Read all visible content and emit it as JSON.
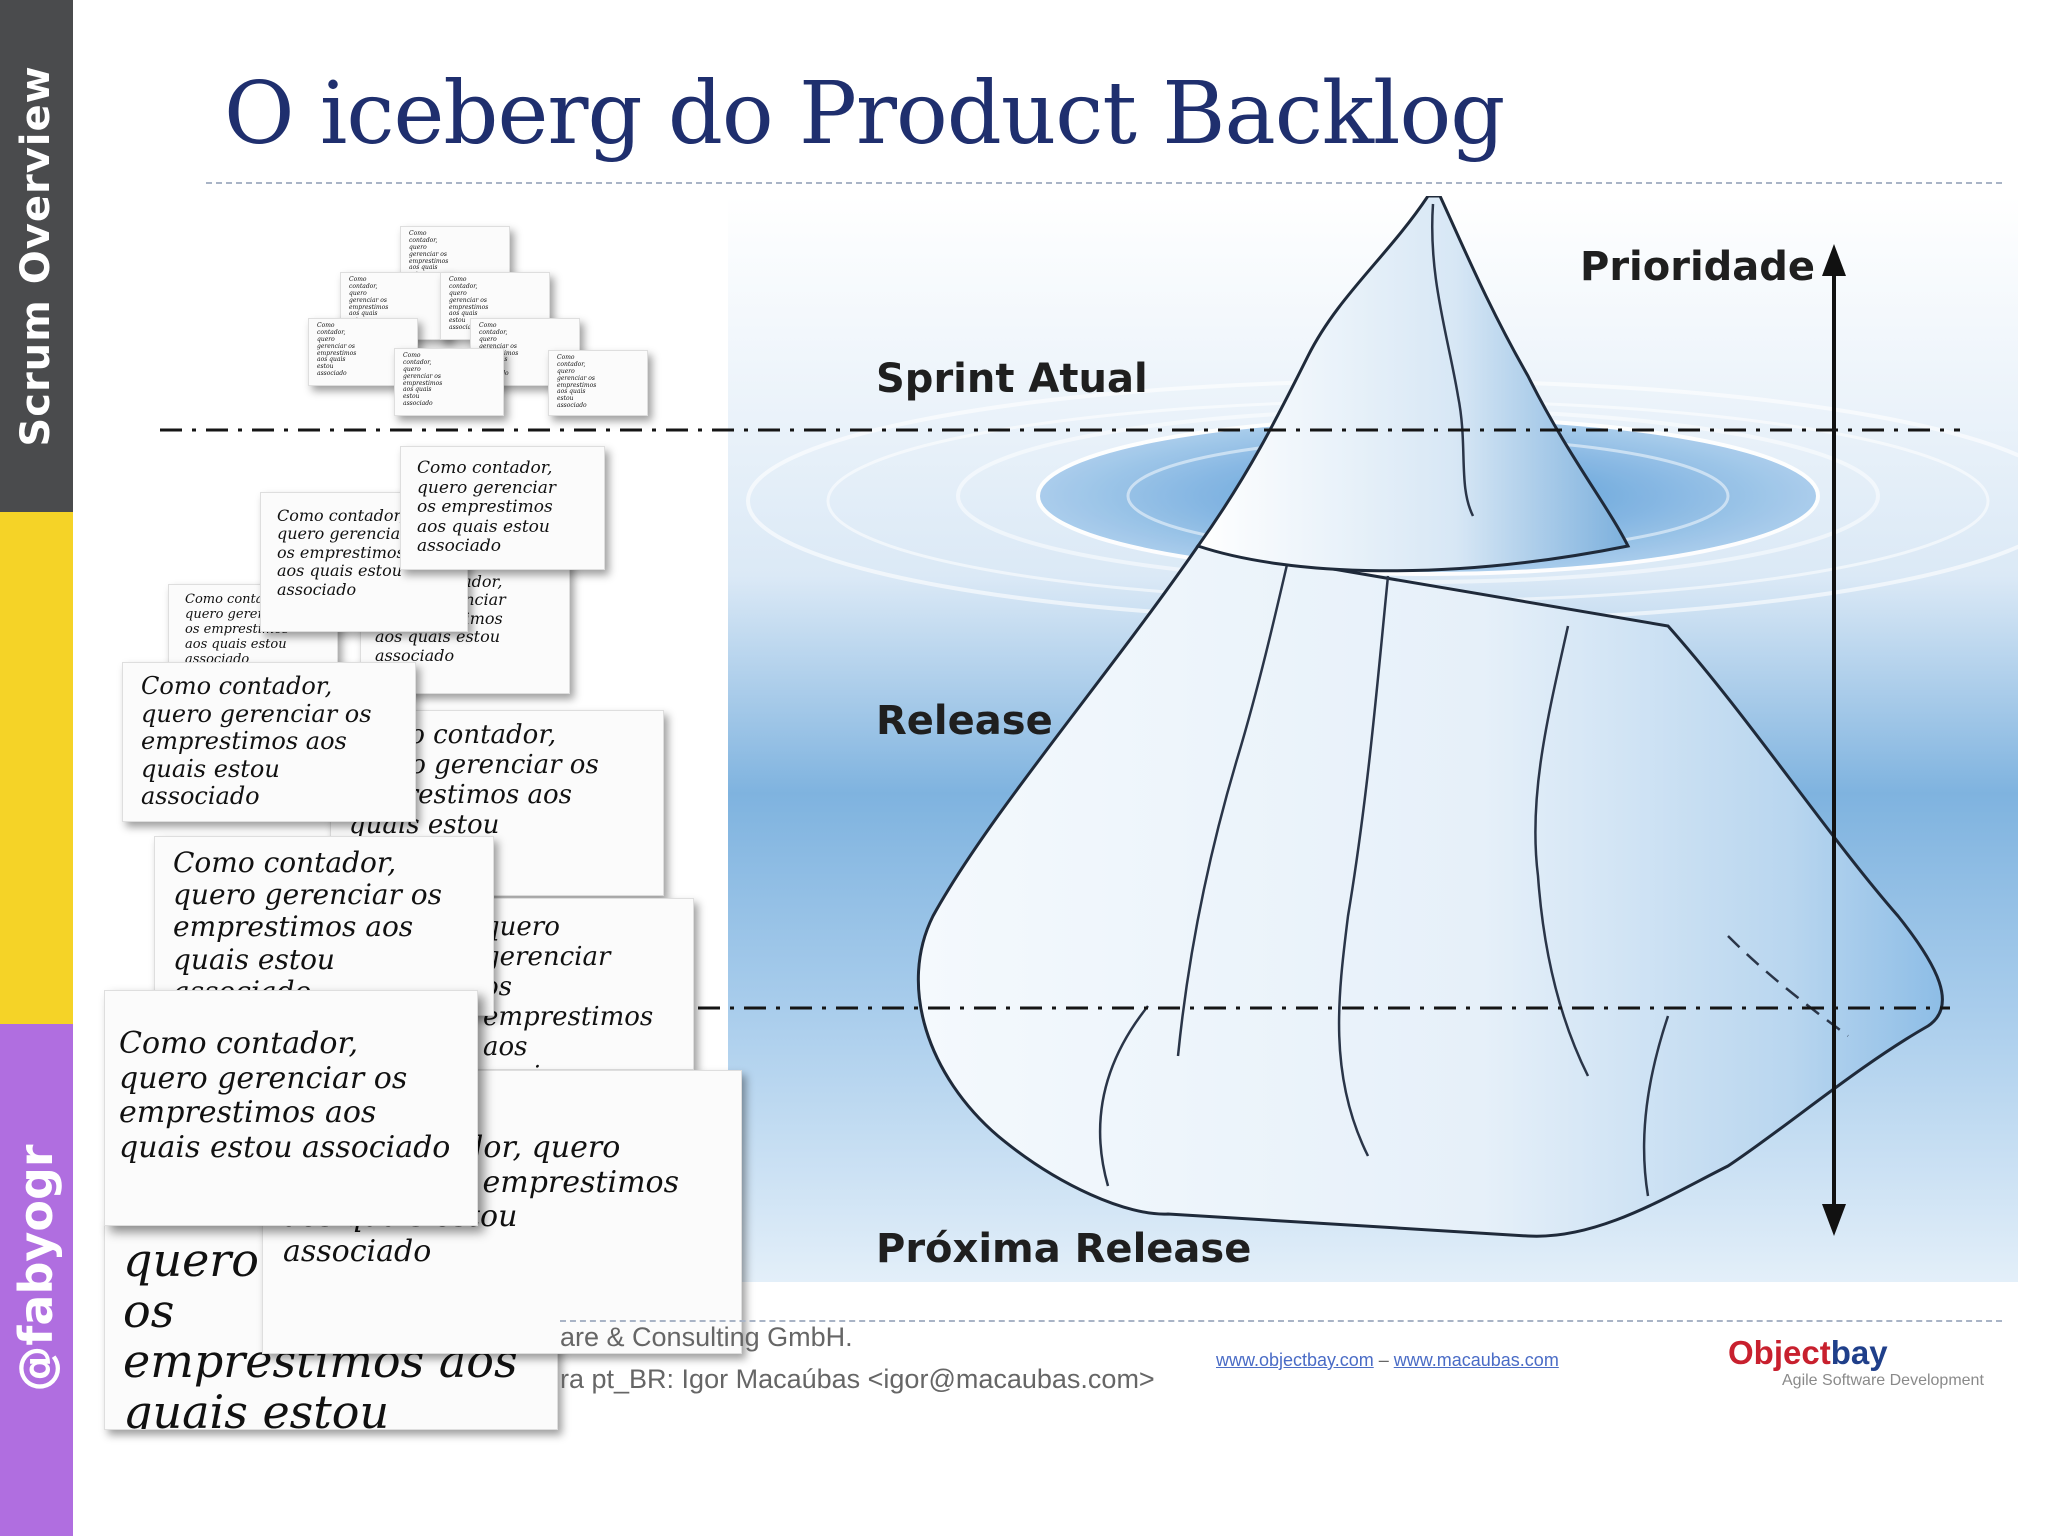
{
  "sidebar": {
    "top_label": "Scrum Overview",
    "bottom_label": "@fabyogr",
    "colors": {
      "top": "#4a4b4d",
      "middle": "#f5d327",
      "bottom": "#b06ee0"
    }
  },
  "title": "O iceberg do Product Backlog",
  "labels": {
    "priority": "Prioridade",
    "sprint": "Sprint Atual",
    "release": "Release",
    "next_release": "Próxima Release"
  },
  "cards": {
    "tiny_text": "Como\ncontador,\nquero\ngerenciar os\nemprestimos\naos quais\nestou\nassociado",
    "small_text": "Como contador,\nquero gerenciar\nos emprestimos\naos quais estou\nassociado",
    "medium_text": "Como contador,\nquero gerenciar os\nemprestimos aos\nquais estou\nassociado",
    "large_text": "Como contador,\nquero gerenciar os\nemprestimos aos\nquais estou associado",
    "large_text_2": "Como contador, quero\ngerenciar os emprestimos\naos quais estou\nassociado",
    "back_text": "quero gerenciar os\nemprestimos aos\nquais estou"
  },
  "footer": {
    "line1": "are & Consulting GmbH.",
    "line2": "ra pt_BR: Igor Macaúbas <igor@macaubas.com>",
    "link1": "www.objectbay.com",
    "link_sep": " – ",
    "link2": "www.macaubas.com",
    "logo_part1": "Object",
    "logo_part2": "bay",
    "logo_tagline": "Agile Software Development",
    "logo_colors": {
      "object": "#c8202e",
      "bay": "#1f3f8a"
    }
  }
}
